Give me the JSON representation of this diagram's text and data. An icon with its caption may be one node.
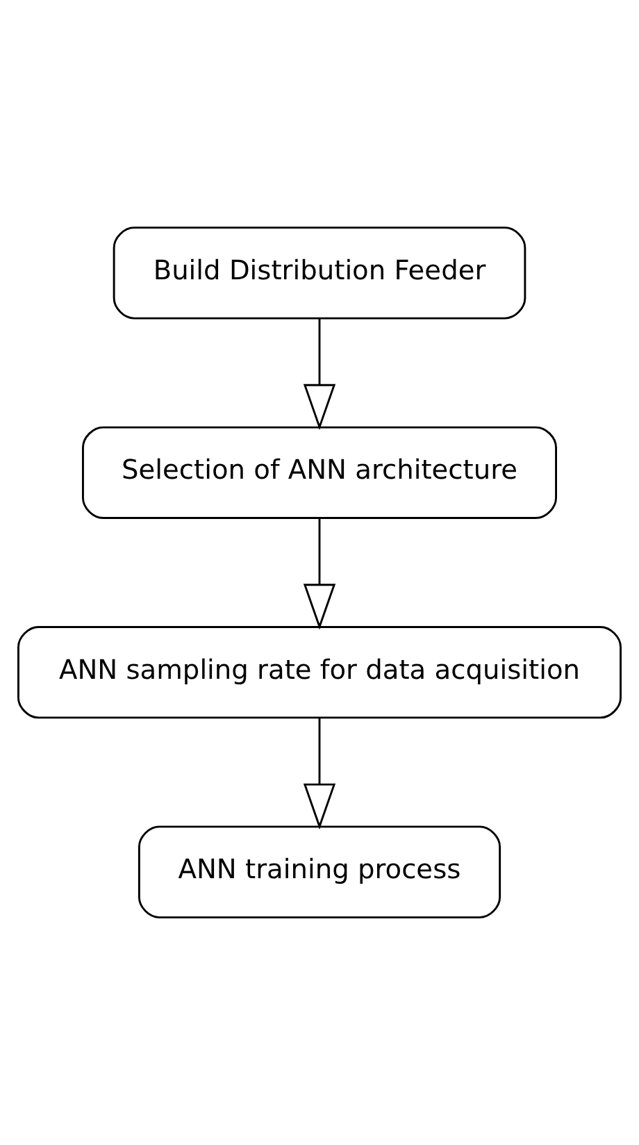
{
  "diagram": {
    "nodes": [
      {
        "text": [
          "Build Distribution Feeder"
        ]
      },
      {
        "text": [
          "Selection of ANN architecture"
        ]
      },
      {
        "text": [
          "ANN sampling rate for data acquisition"
        ]
      },
      {
        "text": [
          "ANN training process"
        ]
      }
    ],
    "edges": [
      {
        "from": 0,
        "to": 1,
        "arrow": "to"
      },
      {
        "from": 1,
        "to": 2,
        "arrow": "to"
      },
      {
        "from": 2,
        "to": 3,
        "arrow": "to"
      }
    ]
  }
}
